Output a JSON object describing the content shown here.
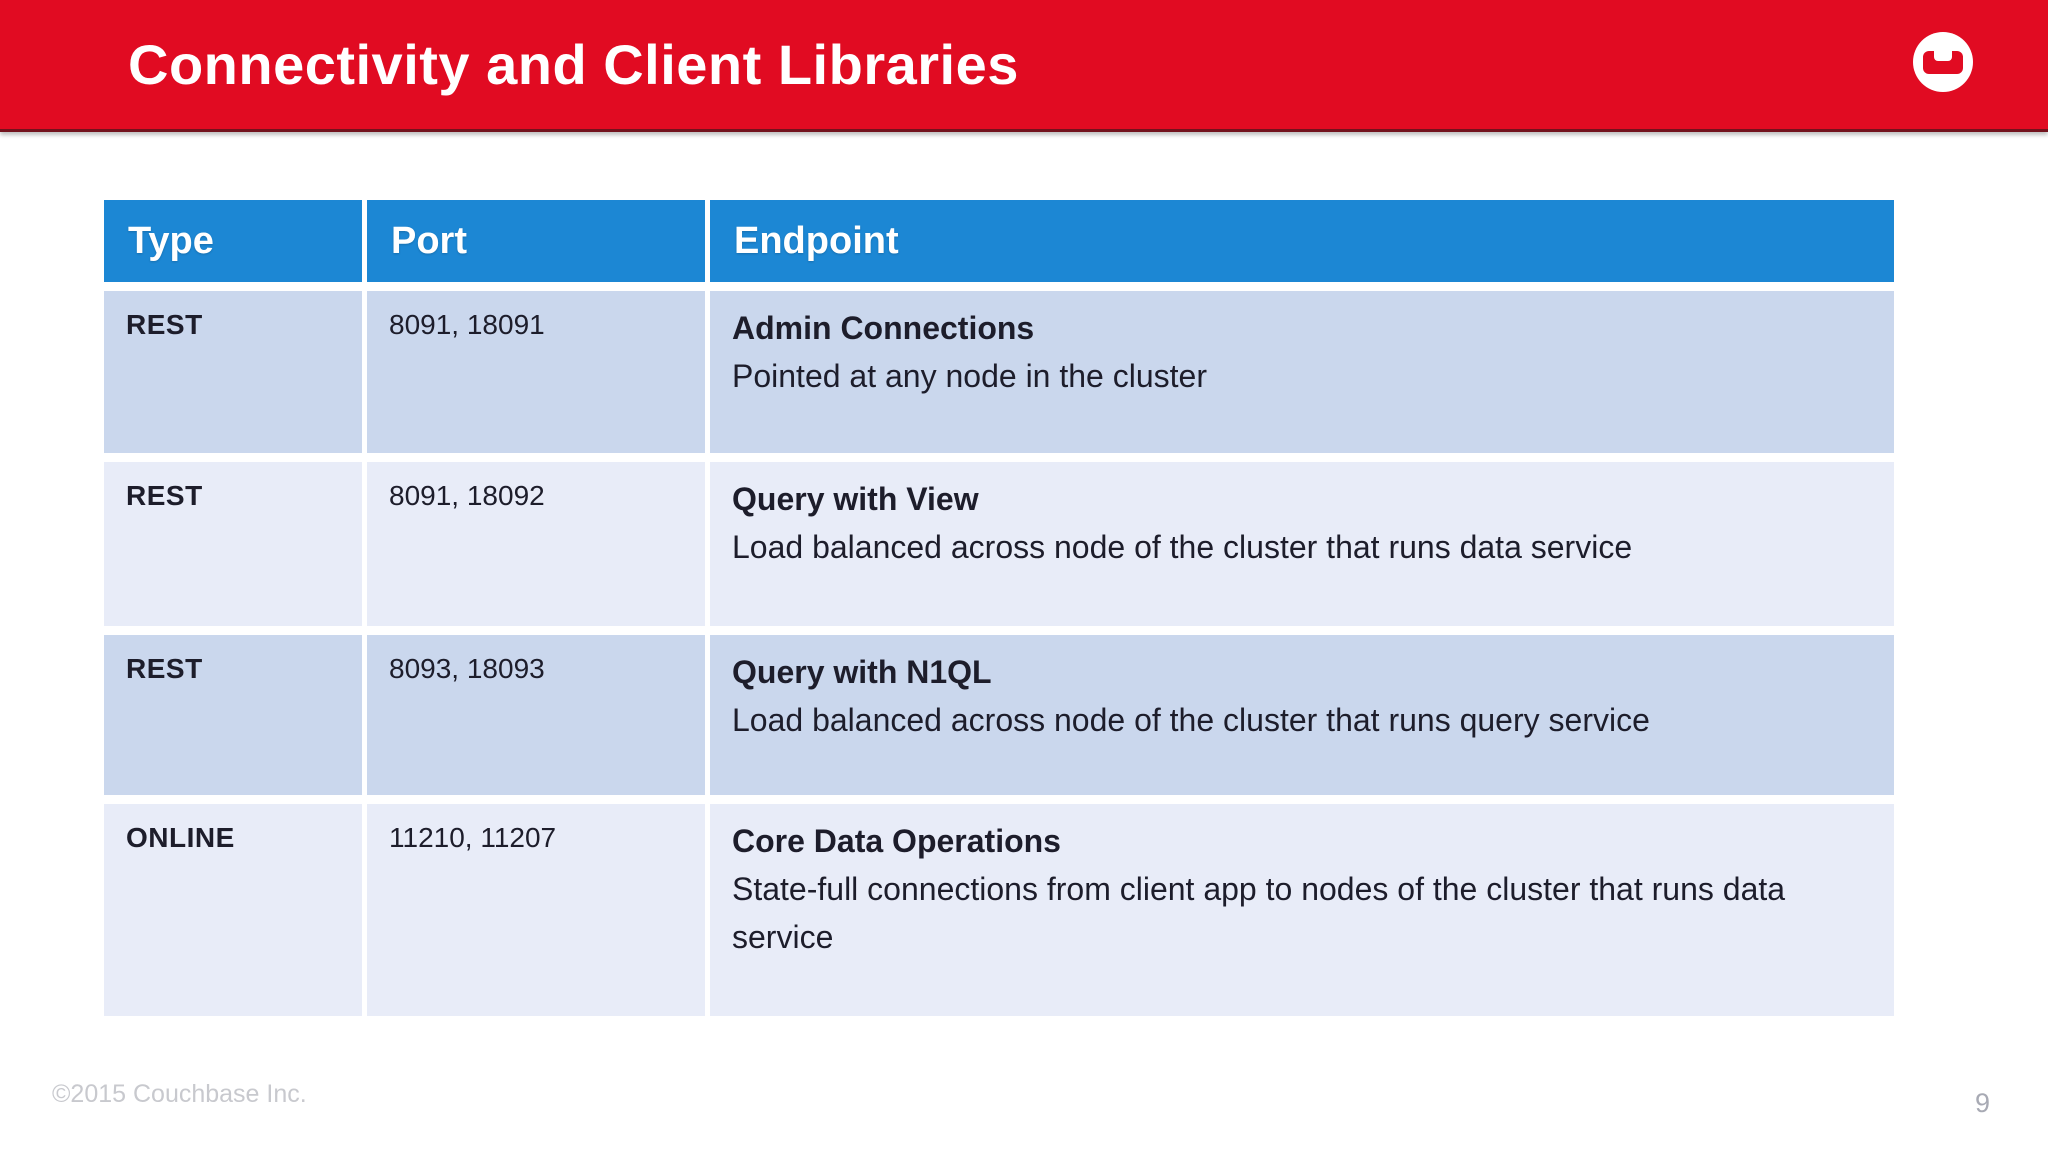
{
  "slide": {
    "title": "Connectivity and Client Libraries",
    "footer": {
      "copyright": "©2015 Couchbase Inc.",
      "page_number": "9"
    }
  },
  "table": {
    "columns": [
      "Type",
      "Port",
      "Endpoint"
    ],
    "rows": [
      {
        "type": "REST",
        "port": "8091, 18091",
        "endpoint_title": "Admin Connections",
        "endpoint_description": "Pointed at any node in the cluster"
      },
      {
        "type": "REST",
        "port": "8091, 18092",
        "endpoint_title": "Query with View",
        "endpoint_description": "Load balanced across node of the cluster that runs data service"
      },
      {
        "type": "REST",
        "port": "8093, 18093",
        "endpoint_title": "Query with N1QL",
        "endpoint_description": "Load balanced across node of the cluster that runs query service"
      },
      {
        "type": "ONLINE",
        "port": "11210, 11207",
        "endpoint_title": "Core Data Operations",
        "endpoint_description": "State-full connections from client app to nodes of the cluster that runs data service"
      }
    ]
  },
  "icons": {
    "logo": "couchbase-logo"
  },
  "colors": {
    "banner_red": "#e10b22",
    "header_blue": "#1c87d4",
    "row_dark": "#cad7ed",
    "row_light": "#e8ecf8",
    "text_dark": "#1d1d2b",
    "footer_gray": "#c8c9ce",
    "page_number_gray": "#a8aab4"
  }
}
